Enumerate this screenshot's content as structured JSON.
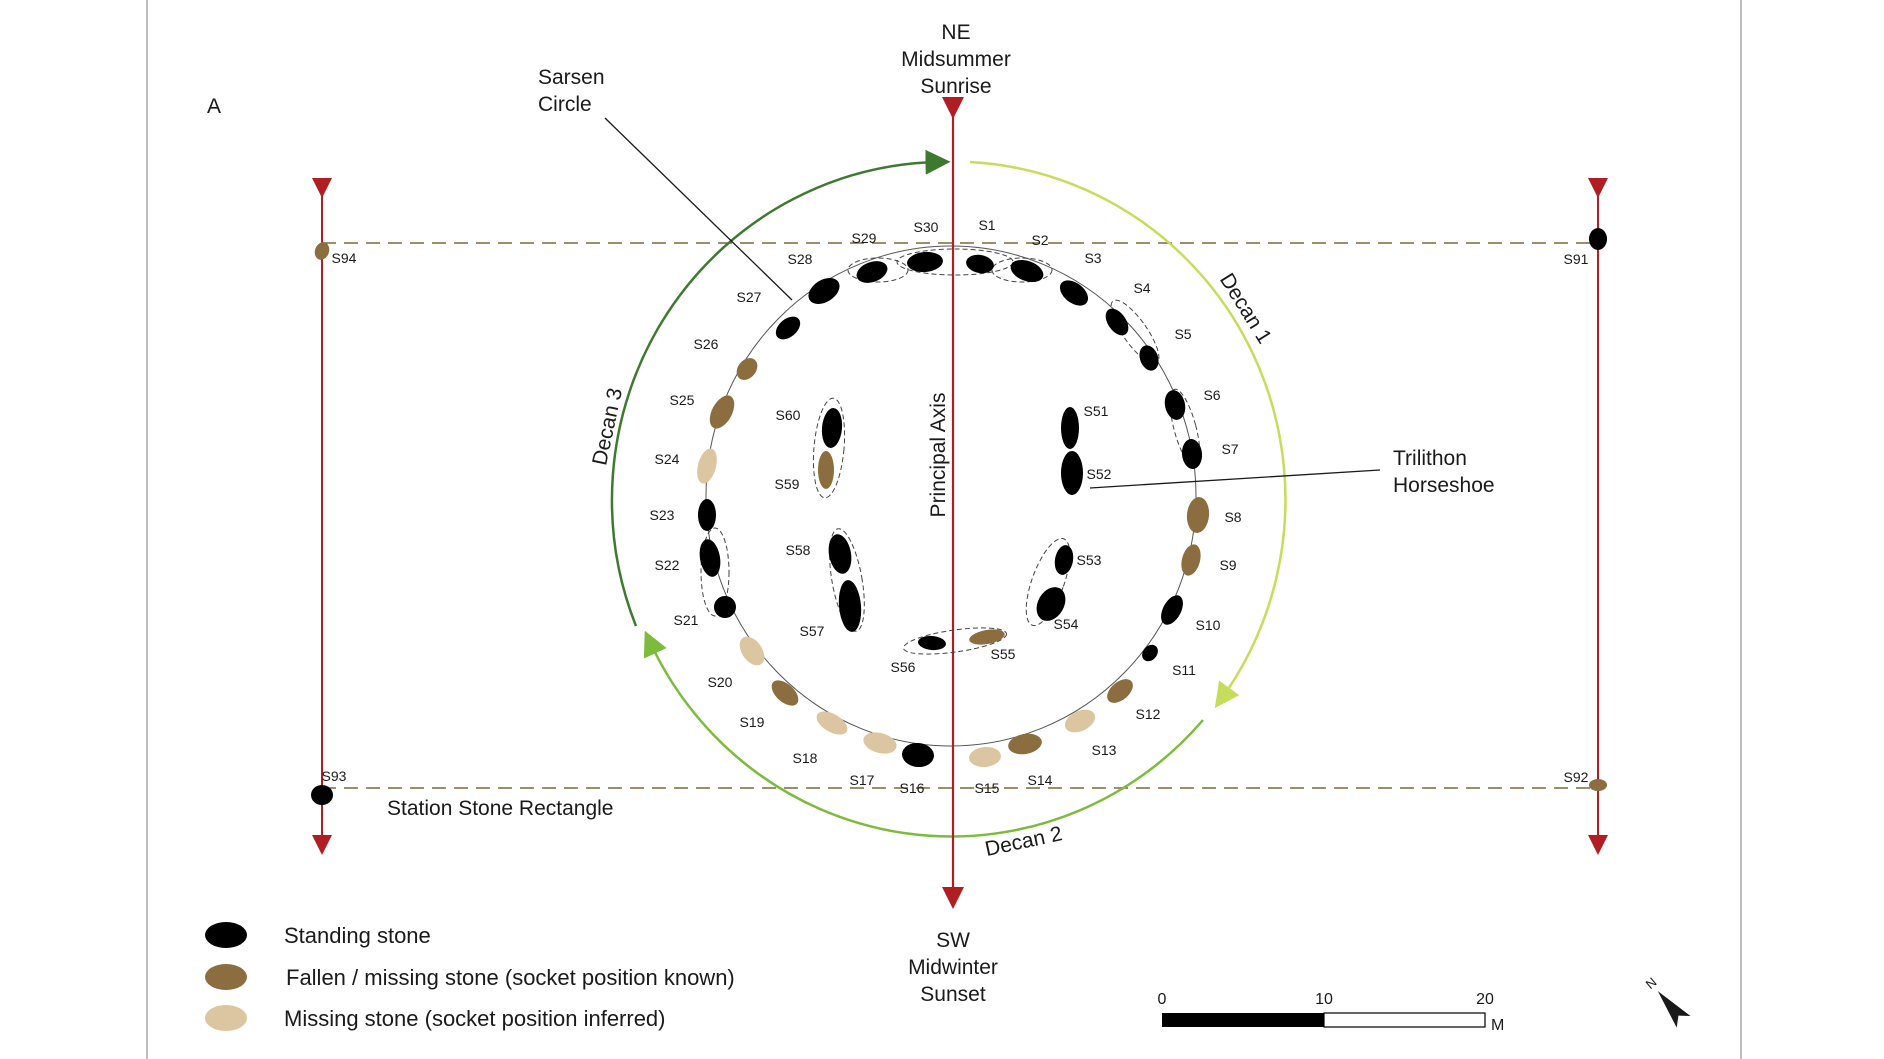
{
  "panel_label": "A",
  "compass_top": {
    "line1": "NE",
    "line2": "Midsummer",
    "line3": "Sunrise"
  },
  "compass_bottom": {
    "line1": "SW",
    "line2": "Midwinter",
    "line3": "Sunset"
  },
  "annotations": {
    "sarsen_line1": "Sarsen",
    "sarsen_line2": "Circle",
    "trilithon_line1": "Trilithon",
    "trilithon_line2": "Horseshoe",
    "principal_axis": "Principal Axis",
    "decan1": "Decan 1",
    "decan2": "Decan 2",
    "decan3": "Decan 3",
    "station_rectangle": "Station Stone Rectangle"
  },
  "legend": [
    {
      "label": "Standing stone",
      "color": "#000000"
    },
    {
      "label": "Fallen / missing stone (socket position known)",
      "color": "#8b6d3f"
    },
    {
      "label": "Missing stone (socket position inferred)",
      "color": "#dcc6a2"
    }
  ],
  "scale_bar": {
    "ticks": [
      "0",
      "10",
      "20"
    ],
    "unit": "M"
  },
  "colors": {
    "standing": "#000000",
    "fallen": "#8b6d3f",
    "inferred": "#dcc6a2",
    "axis": "#b01e24",
    "decan1": "#c6dd5c",
    "decan2": "#7cbb3b",
    "decan3": "#3d7a2f",
    "rectangle": "#7a6a3a"
  },
  "sarsen_circle": [
    {
      "id": "S1",
      "status": "standing"
    },
    {
      "id": "S2",
      "status": "standing"
    },
    {
      "id": "S3",
      "status": "standing"
    },
    {
      "id": "S4",
      "status": "standing"
    },
    {
      "id": "S5",
      "status": "standing"
    },
    {
      "id": "S6",
      "status": "standing"
    },
    {
      "id": "S7",
      "status": "standing"
    },
    {
      "id": "S8",
      "status": "fallen"
    },
    {
      "id": "S9",
      "status": "fallen"
    },
    {
      "id": "S10",
      "status": "standing"
    },
    {
      "id": "S11",
      "status": "standing"
    },
    {
      "id": "S12",
      "status": "fallen"
    },
    {
      "id": "S13",
      "status": "inferred"
    },
    {
      "id": "S14",
      "status": "fallen"
    },
    {
      "id": "S15",
      "status": "inferred"
    },
    {
      "id": "S16",
      "status": "standing"
    },
    {
      "id": "S17",
      "status": "inferred"
    },
    {
      "id": "S18",
      "status": "inferred"
    },
    {
      "id": "S19",
      "status": "fallen"
    },
    {
      "id": "S20",
      "status": "inferred"
    },
    {
      "id": "S21",
      "status": "standing"
    },
    {
      "id": "S22",
      "status": "standing"
    },
    {
      "id": "S23",
      "status": "standing"
    },
    {
      "id": "S24",
      "status": "inferred"
    },
    {
      "id": "S25",
      "status": "fallen"
    },
    {
      "id": "S26",
      "status": "fallen"
    },
    {
      "id": "S27",
      "status": "standing"
    },
    {
      "id": "S28",
      "status": "standing"
    },
    {
      "id": "S29",
      "status": "standing"
    },
    {
      "id": "S30",
      "status": "standing"
    }
  ],
  "trilithons": [
    {
      "id": "S51",
      "status": "standing"
    },
    {
      "id": "S52",
      "status": "standing"
    },
    {
      "id": "S53",
      "status": "standing"
    },
    {
      "id": "S54",
      "status": "standing"
    },
    {
      "id": "S55",
      "status": "fallen"
    },
    {
      "id": "S56",
      "status": "standing"
    },
    {
      "id": "S57",
      "status": "standing"
    },
    {
      "id": "S58",
      "status": "standing"
    },
    {
      "id": "S59",
      "status": "fallen"
    },
    {
      "id": "S60",
      "status": "standing"
    }
  ],
  "station_stones": [
    {
      "id": "S91",
      "status": "standing"
    },
    {
      "id": "S92",
      "status": "fallen"
    },
    {
      "id": "S93",
      "status": "standing"
    },
    {
      "id": "S94",
      "status": "fallen"
    }
  ]
}
